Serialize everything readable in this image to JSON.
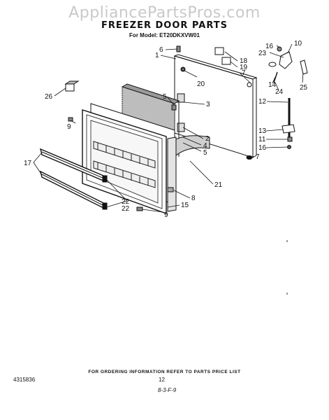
{
  "header": {
    "watermark": "AppliancePartsPros.com",
    "title": "FREEZER DOOR PARTS",
    "model": "For Model: ET20DKXVW01"
  },
  "callouts": [
    "1",
    "2",
    "3",
    "4",
    "5",
    "5",
    "6",
    "7",
    "7",
    "8",
    "9",
    "9",
    "10",
    "11",
    "12",
    "13",
    "14",
    "15",
    "16",
    "16",
    "17",
    "18",
    "19",
    "20",
    "21",
    "22",
    "22",
    "23",
    "24",
    "25",
    "26"
  ],
  "footer": {
    "order_note": "FOR ORDERING INFORMATION REFER TO PARTS PRICE LIST",
    "doc_number": "4315836",
    "page_number": "12",
    "code": "8-3-F-9"
  }
}
